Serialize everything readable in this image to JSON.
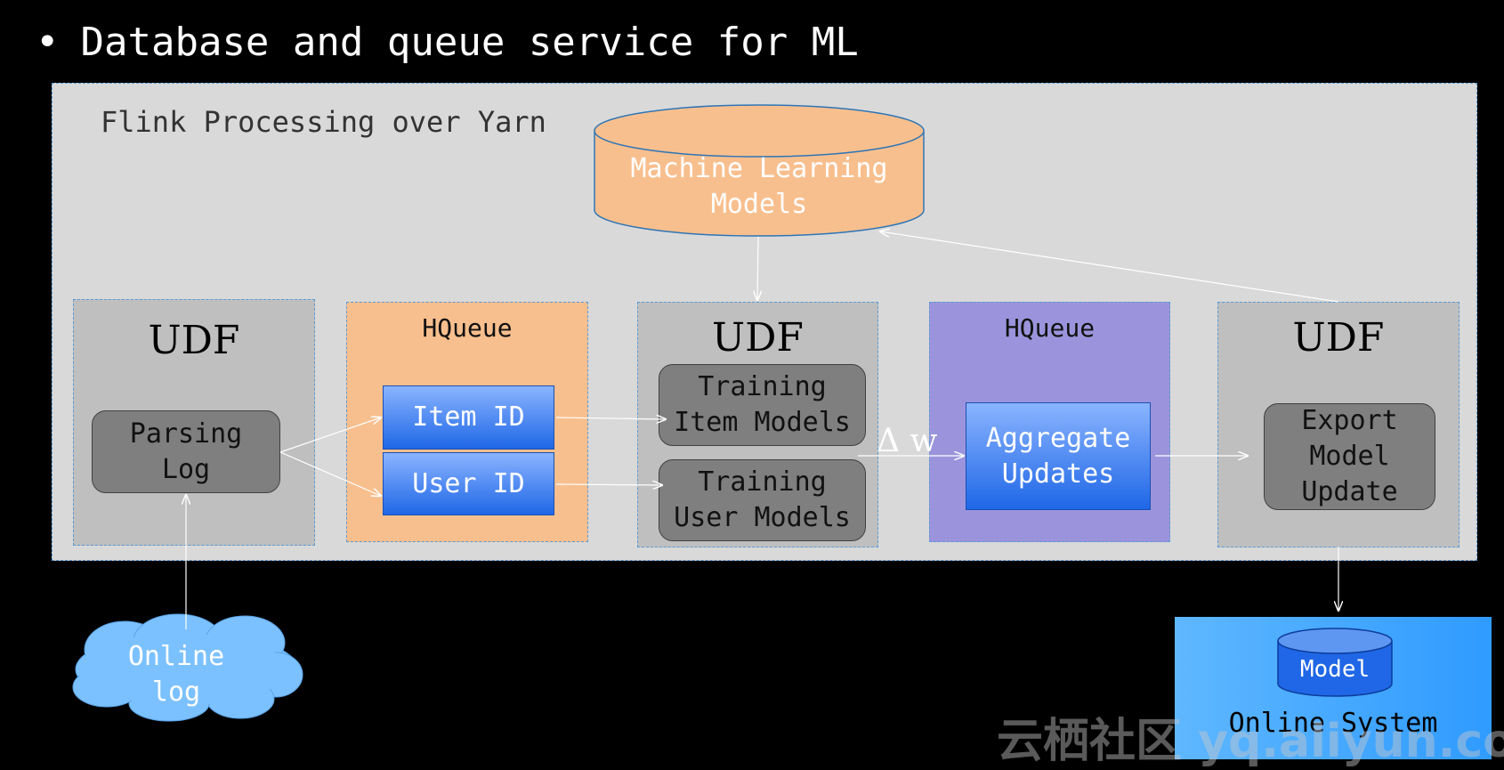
{
  "slide": {
    "bullet": "•",
    "title": "Database and queue service for ML"
  },
  "container": {
    "label": "Flink Processing over Yarn"
  },
  "ml_models": {
    "label": "Machine Learning\nModels"
  },
  "panels": {
    "udf1": {
      "title": "UDF",
      "box": "Parsing\nLog"
    },
    "hqueue1": {
      "title": "HQueue",
      "item": "Item ID",
      "user": "User ID"
    },
    "udf2": {
      "title": "UDF",
      "train_item": "Training\nItem Models",
      "train_user": "Training\nUser Models"
    },
    "hqueue2": {
      "title": "HQueue",
      "box": "Aggregate\nUpdates"
    },
    "udf3": {
      "title": "UDF",
      "box": "Export\nModel\nUpdate"
    }
  },
  "delta": "Δ w",
  "online_log": {
    "label": "Online\nlog"
  },
  "online_system": {
    "label": "Online System",
    "model": "Model"
  },
  "watermark": "云栖社区 yq.aliyun.com",
  "colors": {
    "container": "#d9d9d9",
    "udf_panel": "#bfbfbf",
    "hqueue_orange": "#f8bf8e",
    "hqueue_purple": "#9b94dc",
    "blue_box": "#4a8cf5",
    "dark_box": "#7f7f7f",
    "cloud": "#7cc1ff",
    "online_system": "#3fa8ff"
  }
}
